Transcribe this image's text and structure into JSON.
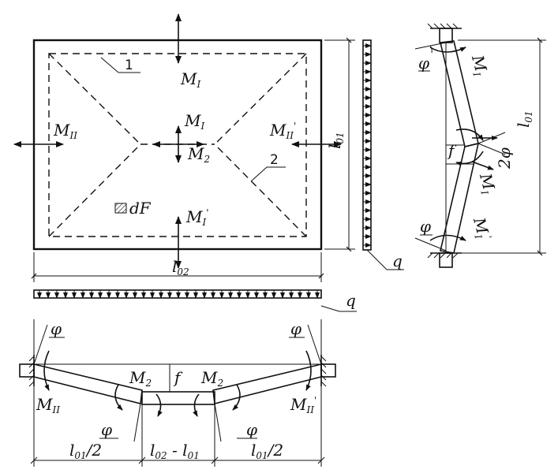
{
  "labels": {
    "M_I": "M",
    "M_I_sub": "I",
    "M_I_prime": "M",
    "M_I_prime_sub": "I",
    "M_II": "M",
    "M_II_sub": "II",
    "M_II_prime": "M",
    "M_II_prime_sub": "II",
    "M_2": "M",
    "M_2_sub": "2",
    "l01": "l",
    "l01_sub": "01",
    "l02": "l",
    "l02_sub": "02",
    "q": "q",
    "phi": "φ",
    "two_phi": "2φ",
    "f": "f",
    "dF": "dF",
    "line1": "1",
    "line2": "2",
    "half_l01": "/2",
    "minus": " - "
  }
}
